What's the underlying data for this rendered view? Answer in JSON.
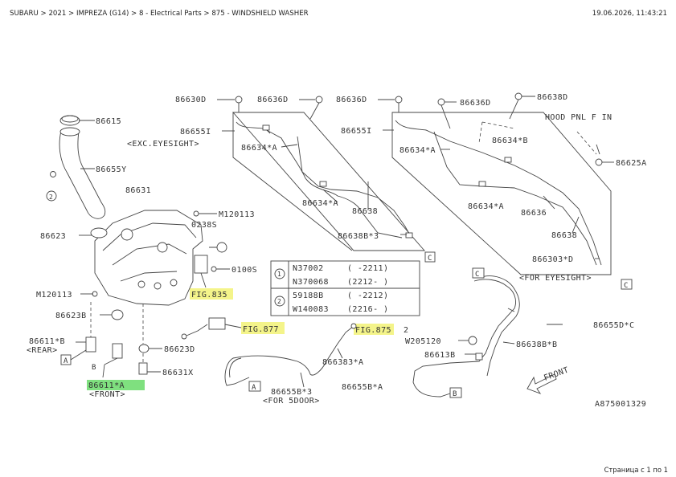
{
  "header": {
    "breadcrumb": "SUBARU > 2021 > IMPREZA (G14) > 8 - Electrical Parts > 875 - WINDSHIELD WASHER",
    "timestamp": "19.06.2026, 11:43:21"
  },
  "footer": {
    "page_label": "Страница с 1 по 1"
  },
  "diagram": {
    "drawing_number": "A875001329",
    "labels": {
      "p86615": "86615",
      "p86655y": "86655Y",
      "p86631": "86631",
      "p86623": "86623",
      "pm120113a": "M120113",
      "p0238s": "0238S",
      "p0100s": "0100S",
      "pm120113b": "M120113",
      "p86623b": "86623B",
      "p86611b3": "86611*B",
      "rear": "<REAR>",
      "p86623d": "86623D",
      "p86631x": "86631X",
      "p86611a": "86611*A",
      "front": "<FRONT>",
      "fig835": "FIG.835",
      "fig877": "FIG.877",
      "fig875": "FIG.875",
      "fig_suffix": "2",
      "p866383a": "866383*A",
      "p86655b3": "86655B*3",
      "for5door": "<FOR 5DOOR>",
      "p86655ba": "86655B*A",
      "p86630d": "86630D",
      "p86636d1": "86636D",
      "p86636d2": "86636D",
      "p86655i_1": "86655I",
      "exc_eyesight": "<EXC.EYESIGHT>",
      "p86634a1": "86634*A",
      "p86634a2": "86634*A",
      "p86638_1": "86638",
      "p86638b3": "86638B*3",
      "p86636d3": "86636D",
      "p86638d": "86638D",
      "hood": "HOOD PNL F IN",
      "p86655i_2": "86655I",
      "p86634b": "86634*B",
      "p86634a3": "86634*A",
      "p86625a": "86625A",
      "p86634a4": "86634*A",
      "p86636": "86636",
      "p86638_2": "86638",
      "p866303d": "866303*D",
      "for_eyesight": "<FOR EYESIGHT>",
      "p86655dc": "86655D*C",
      "w205120": "W205120",
      "p86613b": "86613B",
      "p86638bb": "86638B*B",
      "front_arrow": "FRONT",
      "ref_a1": "A",
      "ref_a2": "A",
      "ref_b1": "B",
      "ref_b2": "B",
      "ref_c1": "C",
      "ref_c2": "C",
      "ref_c3": "C"
    },
    "table": {
      "rows": [
        {
          "part": "N37002",
          "range": "(   -2211)"
        },
        {
          "part": "N370068",
          "range": "(2212-   )"
        },
        {
          "part": "59188B",
          "range": "(   -2212)"
        },
        {
          "part": "W140083",
          "range": "(2216-   )"
        }
      ],
      "marks": [
        "1",
        "2"
      ]
    },
    "highlight_color_yellow": "#f4f48a",
    "highlight_color_green": "#7fe07f"
  }
}
